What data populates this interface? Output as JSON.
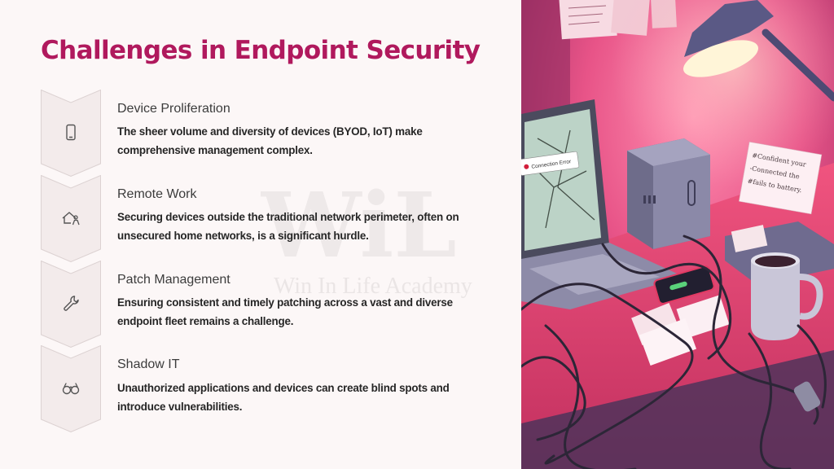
{
  "slide": {
    "title": "Challenges in Endpoint Security",
    "watermark": {
      "logo_text": "WiL",
      "name": "Win In Life Academy"
    },
    "items": [
      {
        "title": "Device Proliferation",
        "description": "The sheer volume and diversity of devices (BYOD, IoT) make comprehensive management complex.",
        "icon": "smartphone-icon"
      },
      {
        "title": "Remote Work",
        "description": "Securing devices outside the traditional network perimeter, often on unsecured home networks, is a significant hurdle.",
        "icon": "home-user-icon"
      },
      {
        "title": "Patch Management",
        "description": "Ensuring consistent and timely patching across a vast and diverse endpoint fleet remains a challenge.",
        "icon": "wrench-icon"
      },
      {
        "title": "Shadow IT",
        "description": "Unauthorized applications and devices can create blind spots and introduce vulnerabilities.",
        "icon": "binoculars-icon"
      }
    ]
  },
  "illustration": {
    "popup_label": "Connection Error",
    "note_lines": [
      "#Confident your",
      "-Connected the",
      "#fails to battery."
    ]
  },
  "colors": {
    "accent": "#b0195d",
    "chevron_fill": "#f3ebeb",
    "chevron_stroke": "#dcd2d2",
    "background": "#fcf7f7"
  }
}
